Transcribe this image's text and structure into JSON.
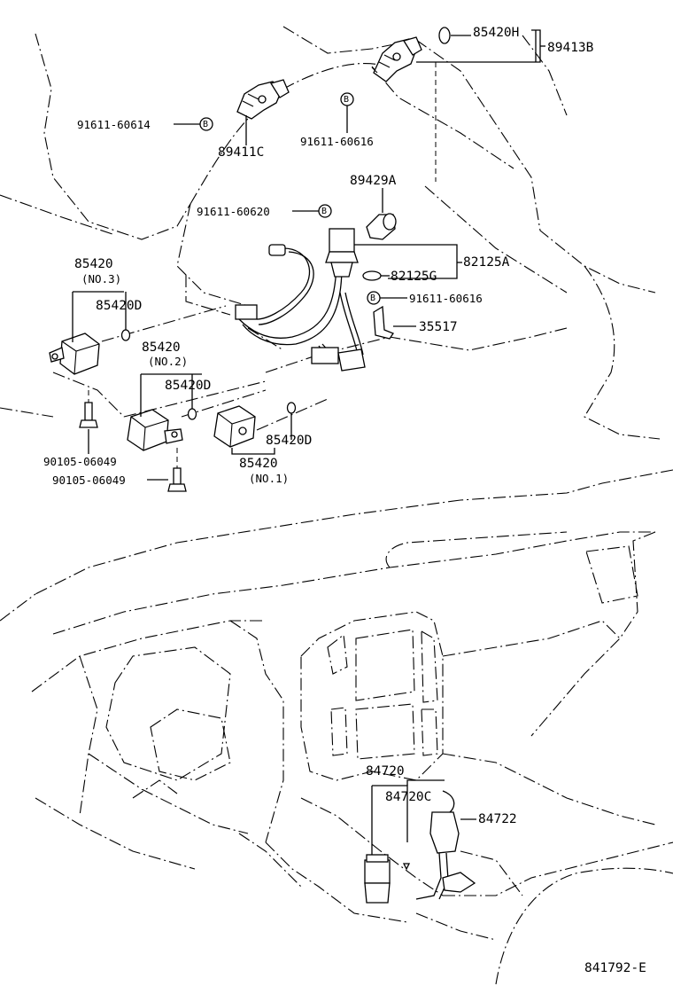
{
  "diagram_id": "841792-E",
  "callouts": {
    "c85420H": "85420H",
    "c89413B": "89413B",
    "c91611_60614": "91611-60614",
    "c91611_60616a": "91611-60616",
    "c89411C": "89411C",
    "c89429A": "89429A",
    "c91611_60620": "91611-60620",
    "c82125A": "82125A",
    "c82125G": "82125G",
    "c91611_60616b": "91611-60616",
    "c35517": "35517",
    "c85420_no3": "85420",
    "no3": "(NO.3)",
    "c85420D_a": "85420D",
    "c85420_no2": "85420",
    "no2": "(NO.2)",
    "c85420D_b": "85420D",
    "c85420D_c": "85420D",
    "c85420_no1": "85420",
    "no1": "(NO.1)",
    "c90105_a": "90105-06049",
    "c90105_b": "90105-06049",
    "c84720": "84720",
    "c84720C": "84720C",
    "c84722": "84722",
    "b_marker": "B"
  }
}
